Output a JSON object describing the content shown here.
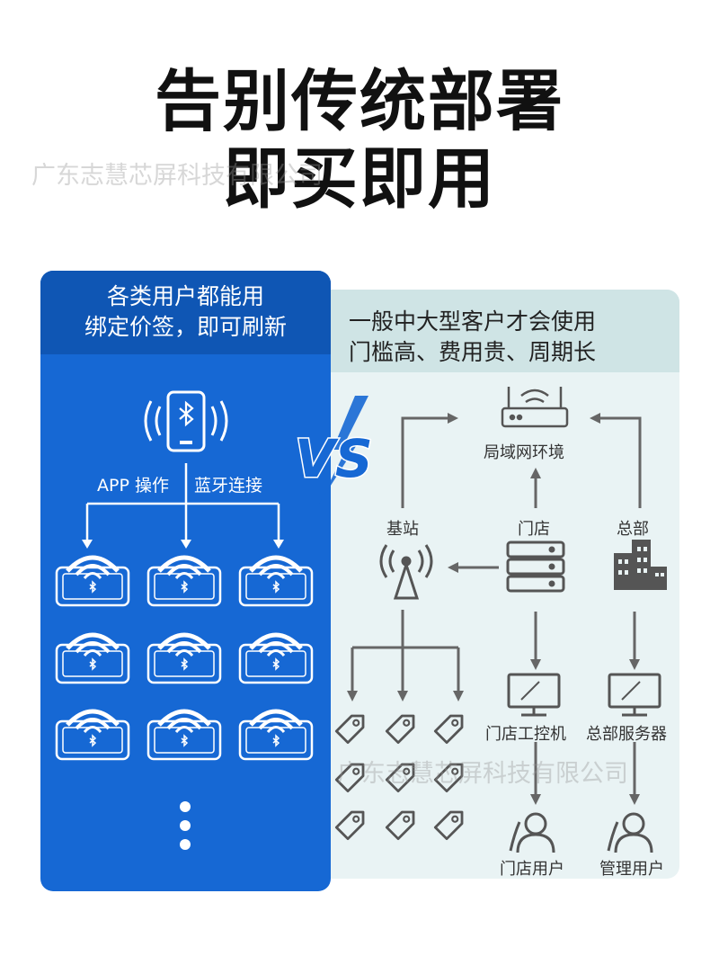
{
  "title": {
    "line1": "告别传统部署",
    "line2": "即买即用"
  },
  "watermark": "广东志慧芯屏科技有限公司",
  "left": {
    "header_line1": "各类用户都能用",
    "header_line2": "绑定价签，即可刷新",
    "app_label": "APP 操作",
    "bt_label": "蓝牙连接",
    "tag_count": 9,
    "icon": "phone-bluetooth-icon"
  },
  "vs": "VS",
  "right": {
    "header_line1": "一般中大型客户才会使用",
    "header_line2": "门槛高、费用贵、周期长",
    "lan": "局域网环境",
    "base": "基站",
    "store": "门店",
    "hq": "总部",
    "store_pc": "门店工控机",
    "hq_server": "总部服务器",
    "store_user": "门店用户",
    "admin_user": "管理用户"
  },
  "colors": {
    "blue": "#1668d4",
    "blue_dark": "#0f56b4",
    "teal_bg": "#e9f3f4",
    "teal_header": "#cfe4e5",
    "arrow": "#666666"
  }
}
